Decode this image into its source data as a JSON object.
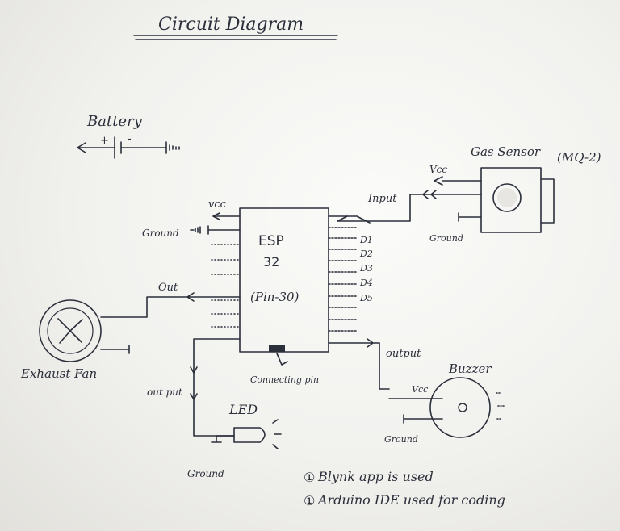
{
  "title": "Circuit Diagram",
  "battery": {
    "label": "Battery",
    "plus": "+",
    "minus": "-"
  },
  "esp": {
    "line1": "ESP",
    "line2": "32",
    "line3": "(Pin-30)"
  },
  "esp_labels": {
    "vcc": "vcc",
    "ground": "Ground",
    "out": "Out"
  },
  "pins": [
    "D1",
    "D2",
    "D3",
    "D4",
    "D5"
  ],
  "gas_sensor": {
    "label": "Gas Sensor",
    "model": "(MQ-2)",
    "vcc": "Vcc",
    "input": "Input",
    "ground": "Ground"
  },
  "fan": {
    "label": "Exhaust Fan"
  },
  "led": {
    "label": "LED",
    "output": "out put",
    "ground": "Ground"
  },
  "connecting_pin": "Connecting pin",
  "buzzer": {
    "label": "Buzzer",
    "output": "output",
    "vcc": "Vcc",
    "ground": "Ground"
  },
  "notes": [
    "Blynk app is used",
    "Arduino IDE used for coding"
  ],
  "note_markers": [
    "①",
    "①"
  ],
  "colors": {
    "ink": "#2b2f3a",
    "paper": "#f7f7f4"
  }
}
